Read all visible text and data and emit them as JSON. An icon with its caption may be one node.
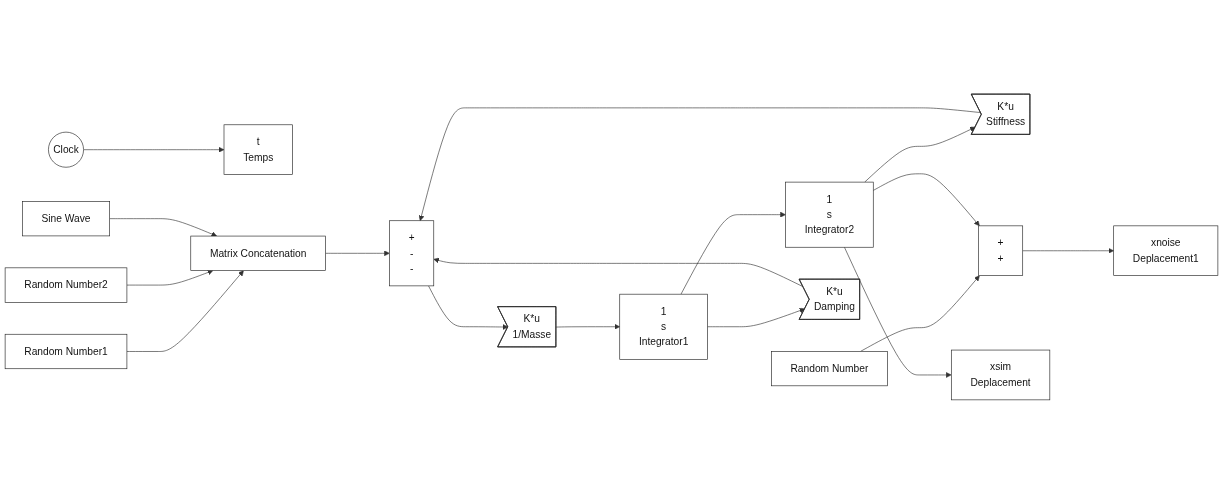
{
  "diagram": {
    "nodes": [
      {
        "text": [
          "Random Number1"
        ]
      },
      {
        "text": [
          "Random Number2"
        ]
      },
      {
        "text": [
          "Sine Wave"
        ]
      },
      {
        "text": [
          "Matrix Concatenation"
        ]
      },
      {
        "text": [
          "Clock"
        ]
      },
      {
        "text": [
          "t",
          "Temps"
        ]
      },
      {
        "text": [
          "+",
          "-",
          "-"
        ]
      },
      {
        "text": [
          "K*u",
          "1/Masse"
        ]
      },
      {
        "text": [
          "1",
          "s",
          "Integrator1"
        ]
      },
      {
        "text": [
          "1",
          "s",
          "Integrator2"
        ]
      },
      {
        "text": [
          "K*u",
          "Damping"
        ]
      },
      {
        "text": [
          "K*u",
          "Stiffness"
        ]
      },
      {
        "text": [
          "Random Number"
        ]
      },
      {
        "text": [
          "+",
          "+"
        ]
      },
      {
        "text": [
          "xnoise",
          "Deplacement1"
        ]
      },
      {
        "text": [
          "xsim",
          "Deplacement"
        ]
      }
    ],
    "edges": [
      {
        "from": 0,
        "to": 3,
        "arrow": "to"
      },
      {
        "from": 1,
        "to": 3,
        "arrow": "to"
      },
      {
        "from": 2,
        "to": 3,
        "arrow": "to"
      },
      {
        "from": 4,
        "to": 5,
        "arrow": "to"
      },
      {
        "from": 3,
        "to": 6,
        "arrow": "to"
      },
      {
        "from": 6,
        "to": 7,
        "arrow": "to"
      },
      {
        "from": 7,
        "to": 8,
        "arrow": "to"
      },
      {
        "from": 8,
        "to": 9,
        "arrow": "to"
      },
      {
        "from": 8,
        "to": 10,
        "arrow": "to"
      },
      {
        "from": 10,
        "to": 6,
        "arrow": "to"
      },
      {
        "from": 9,
        "to": 11,
        "arrow": "to"
      },
      {
        "from": 11,
        "to": 6,
        "arrow": "to"
      },
      {
        "from": 12,
        "to": 13,
        "arrow": "to"
      },
      {
        "from": 9,
        "to": 13,
        "arrow": "to"
      },
      {
        "from": 13,
        "to": 14,
        "arrow": "to"
      },
      {
        "from": 9,
        "to": 15,
        "arrow": "to"
      }
    ]
  }
}
